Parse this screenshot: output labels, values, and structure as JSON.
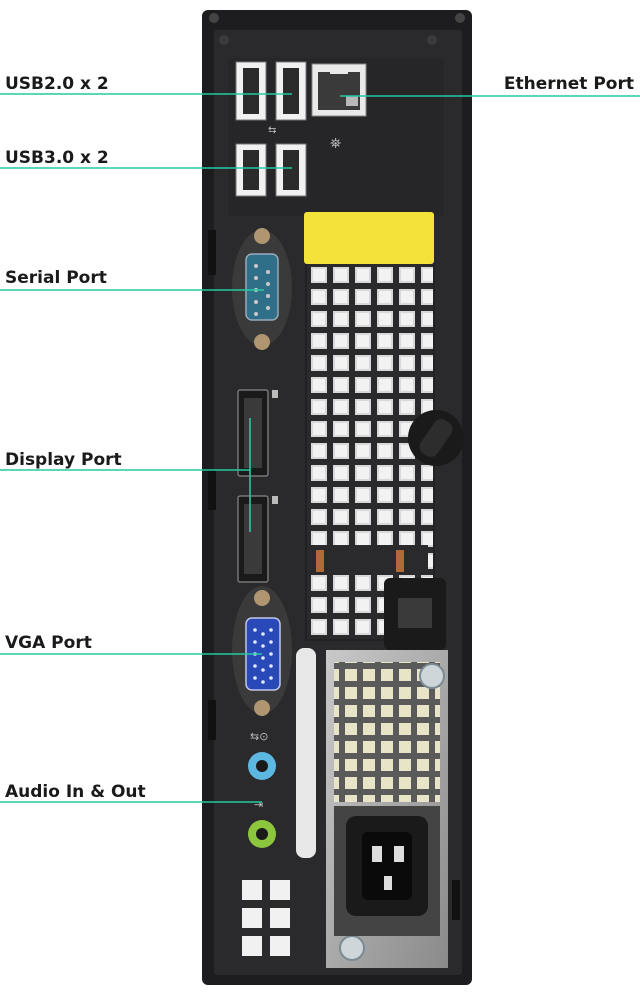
{
  "callouts": {
    "usb2": "USB2.0 x 2",
    "usb3": "USB3.0 x 2",
    "serial": "Serial Port",
    "display": "Display Port",
    "vga": "VGA Port",
    "audio": "Audio In & Out",
    "ethernet": "Ethernet Port"
  },
  "colors": {
    "leader": "#23c9a3",
    "chassis": "#1d1d1f",
    "panel": "#2a2a2c",
    "warning_sticker": "#f3e339",
    "vga_blue": "#2a49b8",
    "audio_in": "#5cb8e0",
    "audio_out": "#8cc63f"
  }
}
